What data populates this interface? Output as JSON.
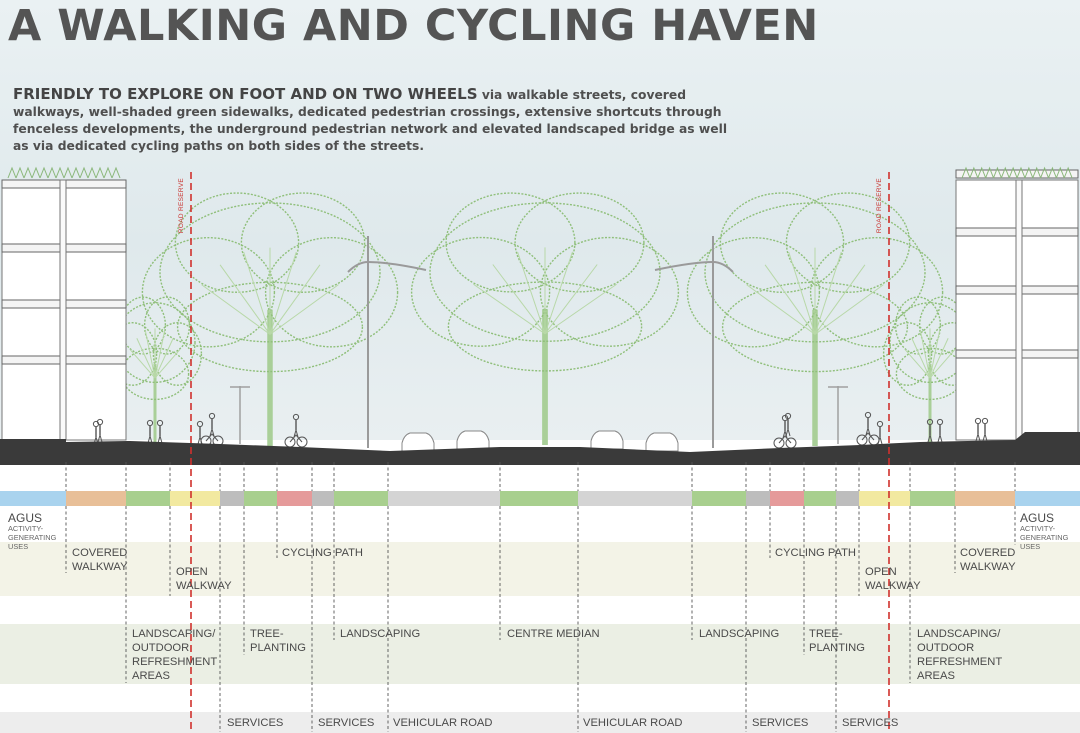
{
  "title": "A WALKING AND CYCLING HAVEN",
  "intro": {
    "lead": "FRIENDLY TO EXPLORE ON FOOT AND ON TWO WHEELS",
    "body": " via walkable streets, covered walkways, well-shaded green sidewalks, dedicated pedestrian crossings, extensive shortcuts through fenceless developments, the underground pedestrian network and elevated landscaped bridge as well as via dedicated cycling paths on both sides of the streets."
  },
  "road_reserve_label": "ROAD RESERVE",
  "colors": {
    "sky": "#e3ecef",
    "ground": "#3a3a3a",
    "road_reserve_line": "#d0312d",
    "tree": "#8fbf7a",
    "agu": "#a9d3ee",
    "covered_walkway": "#e8bf98",
    "landscaping": "#a8cf8e",
    "open_walkway": "#f2e9a0",
    "services": "#bdbdbd",
    "cycling_path": "#e59a9a",
    "vehicular_road": "#d4d4d4"
  },
  "zones": {
    "agus": {
      "label": "AGUs",
      "sub": "ACTIVITY-\nGENERATING\nUSES"
    },
    "covered_walkway": "COVERED\nWALKWAY",
    "open_walkway": "OPEN\nWALKWAY",
    "cycling_path": "CYCLING PATH",
    "landscaping_outdoor": "LANDSCAPING/\nOUTDOOR\nREFRESHMENT\nAREAS",
    "tree_planting": "TREE-\nPLANTING",
    "landscaping": "LANDSCAPING",
    "centre_median": "CENTRE MEDIAN",
    "services": "SERVICES",
    "vehicular_road": "VEHICULAR ROAD"
  }
}
